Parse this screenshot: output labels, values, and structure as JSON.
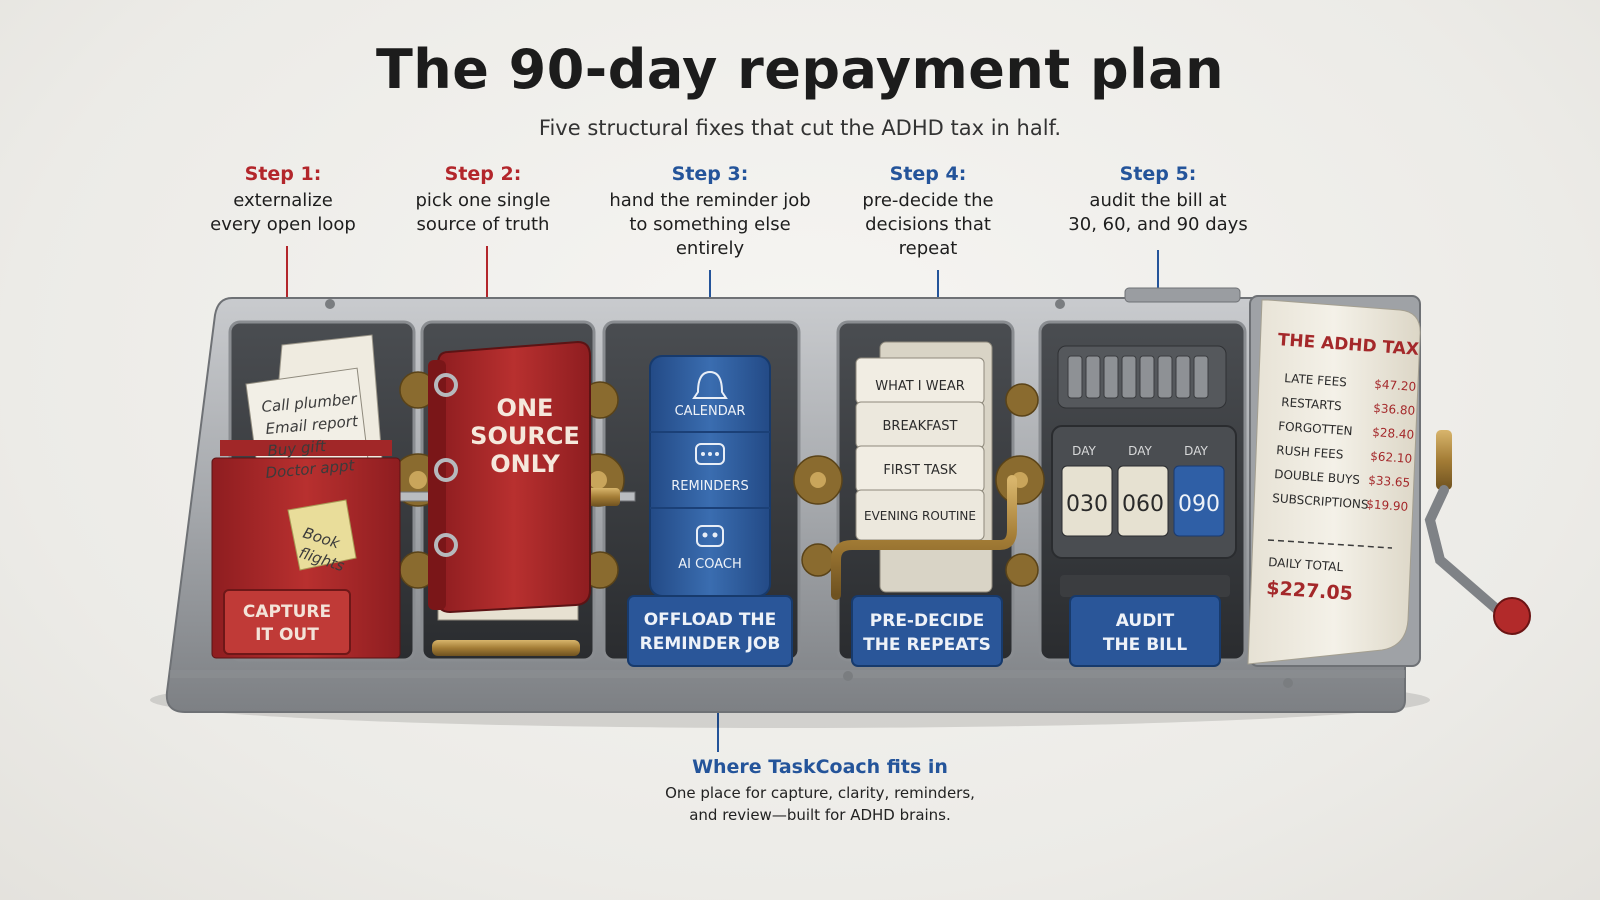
{
  "title": "The 90-day repayment plan",
  "subtitle": "Five structural fixes that cut the ADHD tax in half.",
  "steps": [
    {
      "label": "Step 1:",
      "line1": "externalize",
      "line2": "every open loop",
      "line3": ""
    },
    {
      "label": "Step 2:",
      "line1": "pick one single",
      "line2": "source of truth",
      "line3": ""
    },
    {
      "label": "Step 3:",
      "line1": "hand the reminder job",
      "line2": "to something else",
      "line3": "entirely"
    },
    {
      "label": "Step 4:",
      "line1": "pre-decide the",
      "line2": "decisions that",
      "line3": "repeat"
    },
    {
      "label": "Step 5:",
      "line1": "audit the bill at",
      "line2": "30, 60, and 90 days",
      "line3": ""
    }
  ],
  "compartments": {
    "capture": {
      "notes": [
        "Call plumber",
        "Email report",
        "Buy gift",
        "Doctor appt"
      ],
      "sticky": [
        "Book",
        "flights"
      ],
      "label1": "CAPTURE",
      "label2": "IT OUT"
    },
    "book": {
      "line1": "ONE",
      "line2": "SOURCE",
      "line3": "ONLY"
    },
    "reminder": {
      "items": [
        "CALENDAR",
        "REMINDERS",
        "AI COACH"
      ],
      "label1": "OFFLOAD THE",
      "label2": "REMINDER JOB"
    },
    "decide": {
      "cards": [
        "WHAT I WEAR",
        "BREAKFAST",
        "FIRST TASK",
        "EVENING ROUTINE"
      ],
      "label1": "PRE-DECIDE",
      "label2": "THE REPEATS"
    },
    "audit": {
      "day_label": "DAY",
      "counters": [
        "030",
        "060",
        "090"
      ],
      "label1": "AUDIT",
      "label2": "THE BILL"
    }
  },
  "receipt": {
    "title": "THE ADHD TAX",
    "rows": [
      {
        "item": "LATE FEES",
        "amount": "$47.20"
      },
      {
        "item": "RESTARTS",
        "amount": "$36.80"
      },
      {
        "item": "FORGOTTEN",
        "amount": "$28.40"
      },
      {
        "item": "RUSH FEES",
        "amount": "$62.10"
      },
      {
        "item": "DOUBLE BUYS",
        "amount": "$33.65"
      },
      {
        "item": "SUBSCRIPTIONS",
        "amount": "$19.90"
      }
    ],
    "total_label": "DAILY TOTAL",
    "total": "$227.05"
  },
  "footer": {
    "heading": "Where TaskCoach fits in",
    "line1": "One place for capture, clarity, reminders,",
    "line2": "and review—built for ADHD brains."
  },
  "colors": {
    "red": "#b3262b",
    "blue": "#24549a",
    "metal": "#a9acb0",
    "paper": "#efebe0"
  }
}
